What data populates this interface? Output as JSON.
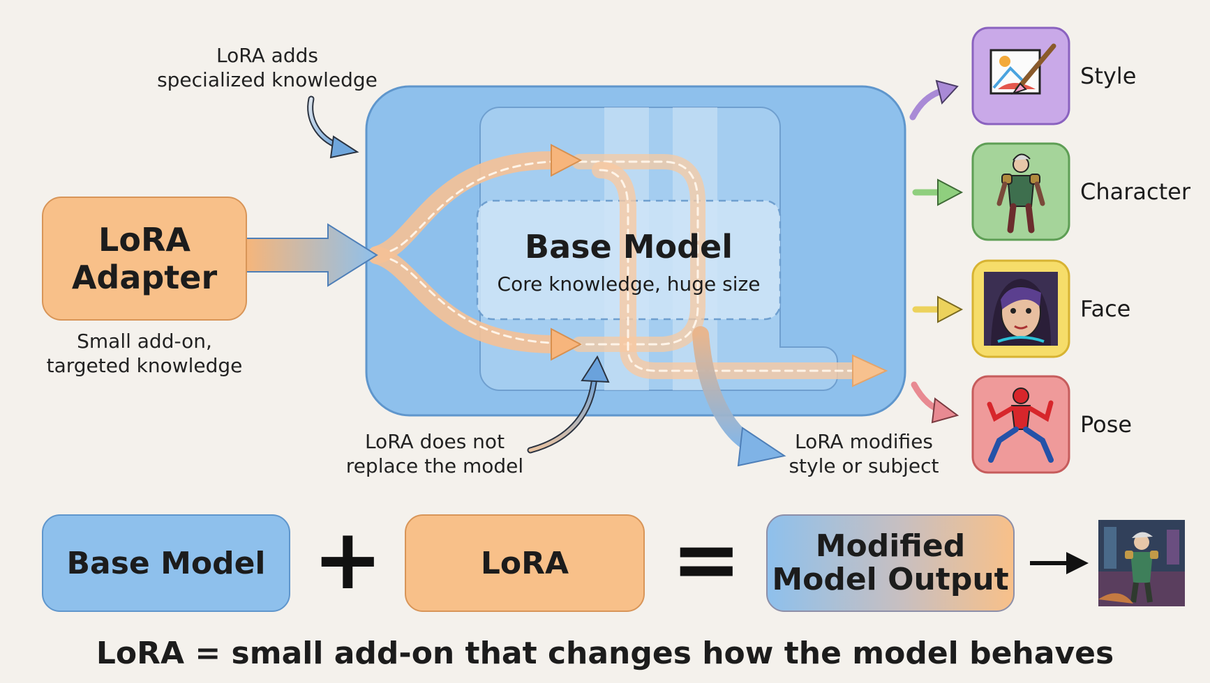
{
  "diagram": {
    "lora_adapter": {
      "title_line1": "LoRA",
      "title_line2": "Adapter",
      "caption_line1": "Small add-on,",
      "caption_line2": "targeted knowledge"
    },
    "note_adds": {
      "line1": "LoRA adds",
      "line2": "specialized knowledge"
    },
    "base_model": {
      "title": "Base Model",
      "subtitle": "Core knowledge, huge size"
    },
    "note_not_replace": {
      "line1": "LoRA does not",
      "line2": "replace the model"
    },
    "note_modifies": {
      "line1": "LoRA modifies",
      "line2": "style or subject"
    },
    "outputs": [
      {
        "label": "Style",
        "icon": "paintbrush-icon",
        "color": "#c9a9e8",
        "border": "#8a62bf",
        "arrow": "#a98ad6"
      },
      {
        "label": "Character",
        "icon": "character-icon",
        "color": "#a5d49a",
        "border": "#5e9e55",
        "arrow": "#8fcf7e"
      },
      {
        "label": "Face",
        "icon": "face-icon",
        "color": "#f6dd6a",
        "border": "#d7b332",
        "arrow": "#ecd25c"
      },
      {
        "label": "Pose",
        "icon": "pose-icon",
        "color": "#ef9a9a",
        "border": "#c65c5c",
        "arrow": "#e88a92"
      }
    ]
  },
  "equation": {
    "base_model": "Base Model",
    "plus": "+",
    "lora": "LoRA",
    "equals": "=",
    "result_line1": "Modified",
    "result_line2": "Model Output",
    "result_image": "character-thumbnail"
  },
  "footer": {
    "caption": "LoRA = small add-on that changes how the model behaves"
  },
  "colors": {
    "blue": "#8ec0ec",
    "orange": "#f8c089",
    "background": "#f4f1ec"
  }
}
